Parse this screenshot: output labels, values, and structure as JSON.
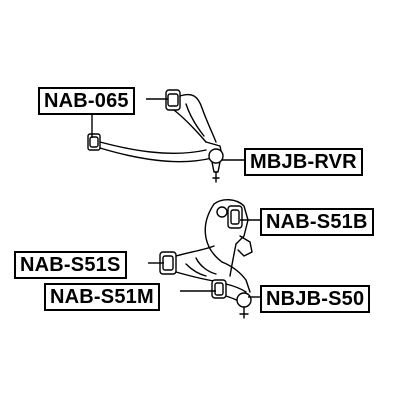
{
  "parts": {
    "upper_arm_front_bushing": "NAB-065",
    "upper_ball_joint": "MBJB-RVR",
    "lower_arm_rear_bushing": "NAB-S51B",
    "lower_arm_front_bushing": "NAB-S51S",
    "lower_arm_mid_bushing": "NAB-S51M",
    "lower_ball_joint": "NBJB-S50"
  }
}
